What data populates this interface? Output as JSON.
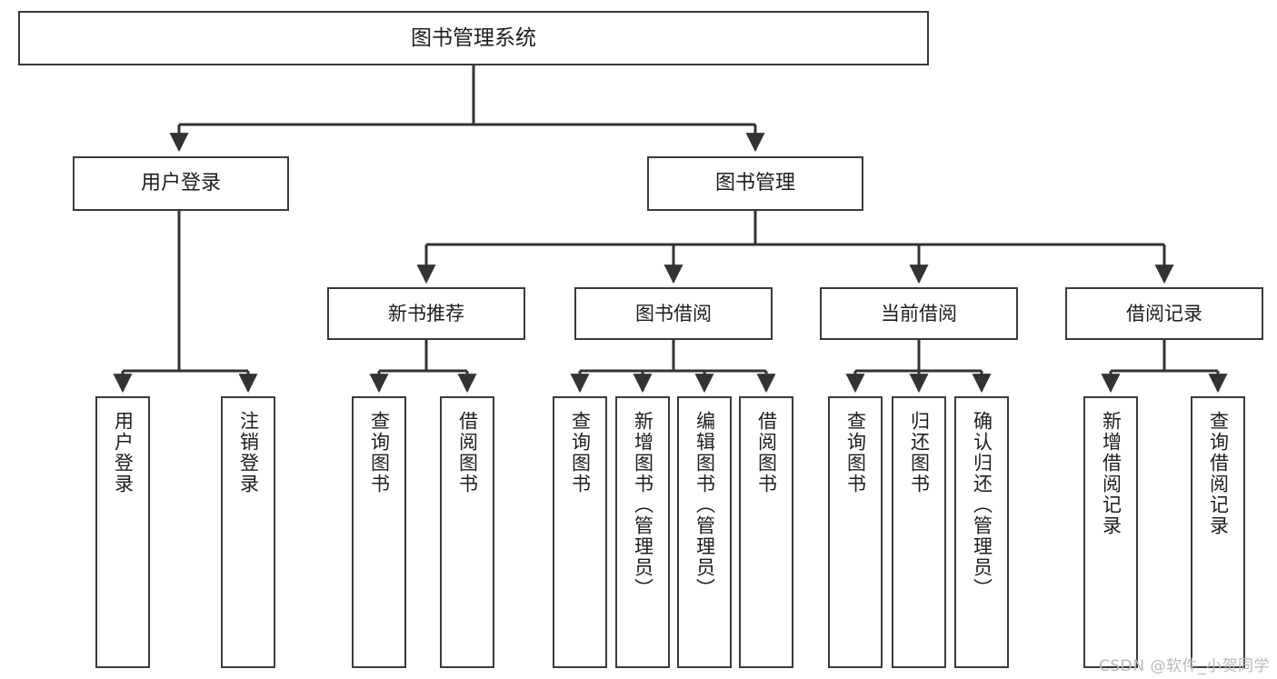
{
  "diagram": {
    "title": "图书管理系统",
    "type": "tree",
    "orientation": "top-down",
    "colors": {
      "box_border": "#3a3a3a",
      "box_fill": "#ffffff",
      "edge": "#333333",
      "text": "#1d1d1d",
      "watermark": "#b9b9b9"
    },
    "root": {
      "id": "root",
      "label": "图书管理系统",
      "level": 1
    },
    "level2": [
      {
        "id": "user-login",
        "label": "用户登录",
        "level": 2
      },
      {
        "id": "book-manage",
        "label": "图书管理",
        "level": 2
      }
    ],
    "level3": [
      {
        "id": "new-book-recommend",
        "label": "新书推荐",
        "level": 3,
        "parent": "book-manage"
      },
      {
        "id": "book-borrow",
        "label": "图书借阅",
        "level": 3,
        "parent": "book-manage"
      },
      {
        "id": "current-borrow",
        "label": "当前借阅",
        "level": 3,
        "parent": "book-manage"
      },
      {
        "id": "borrow-record",
        "label": "借阅记录",
        "level": 3,
        "parent": "book-manage"
      }
    ],
    "leaves": [
      {
        "id": "leaf-user-login",
        "label": "用户登录",
        "parent": "user-login"
      },
      {
        "id": "leaf-user-logout",
        "label": "注销登录",
        "parent": "user-login"
      },
      {
        "id": "leaf-query-book-1",
        "label": "查询图书",
        "parent": "new-book-recommend"
      },
      {
        "id": "leaf-borrow-book-1",
        "label": "借阅图书",
        "parent": "new-book-recommend"
      },
      {
        "id": "leaf-query-book-2",
        "label": "查询图书",
        "parent": "book-borrow"
      },
      {
        "id": "leaf-add-book",
        "label": "新增图书（管理员）",
        "parent": "book-borrow"
      },
      {
        "id": "leaf-edit-book",
        "label": "编辑图书（管理员）",
        "parent": "book-borrow"
      },
      {
        "id": "leaf-borrow-book-2",
        "label": "借阅图书",
        "parent": "book-borrow"
      },
      {
        "id": "leaf-query-book-3",
        "label": "查询图书",
        "parent": "current-borrow"
      },
      {
        "id": "leaf-return-book",
        "label": "归还图书",
        "parent": "current-borrow"
      },
      {
        "id": "leaf-confirm-return",
        "label": "确认归还（管理员）",
        "parent": "current-borrow"
      },
      {
        "id": "leaf-add-record",
        "label": "新增借阅记录",
        "parent": "borrow-record"
      },
      {
        "id": "leaf-query-record",
        "label": "查询借阅记录",
        "parent": "borrow-record"
      }
    ],
    "watermark": "CSDN @软件_小贺同学"
  }
}
